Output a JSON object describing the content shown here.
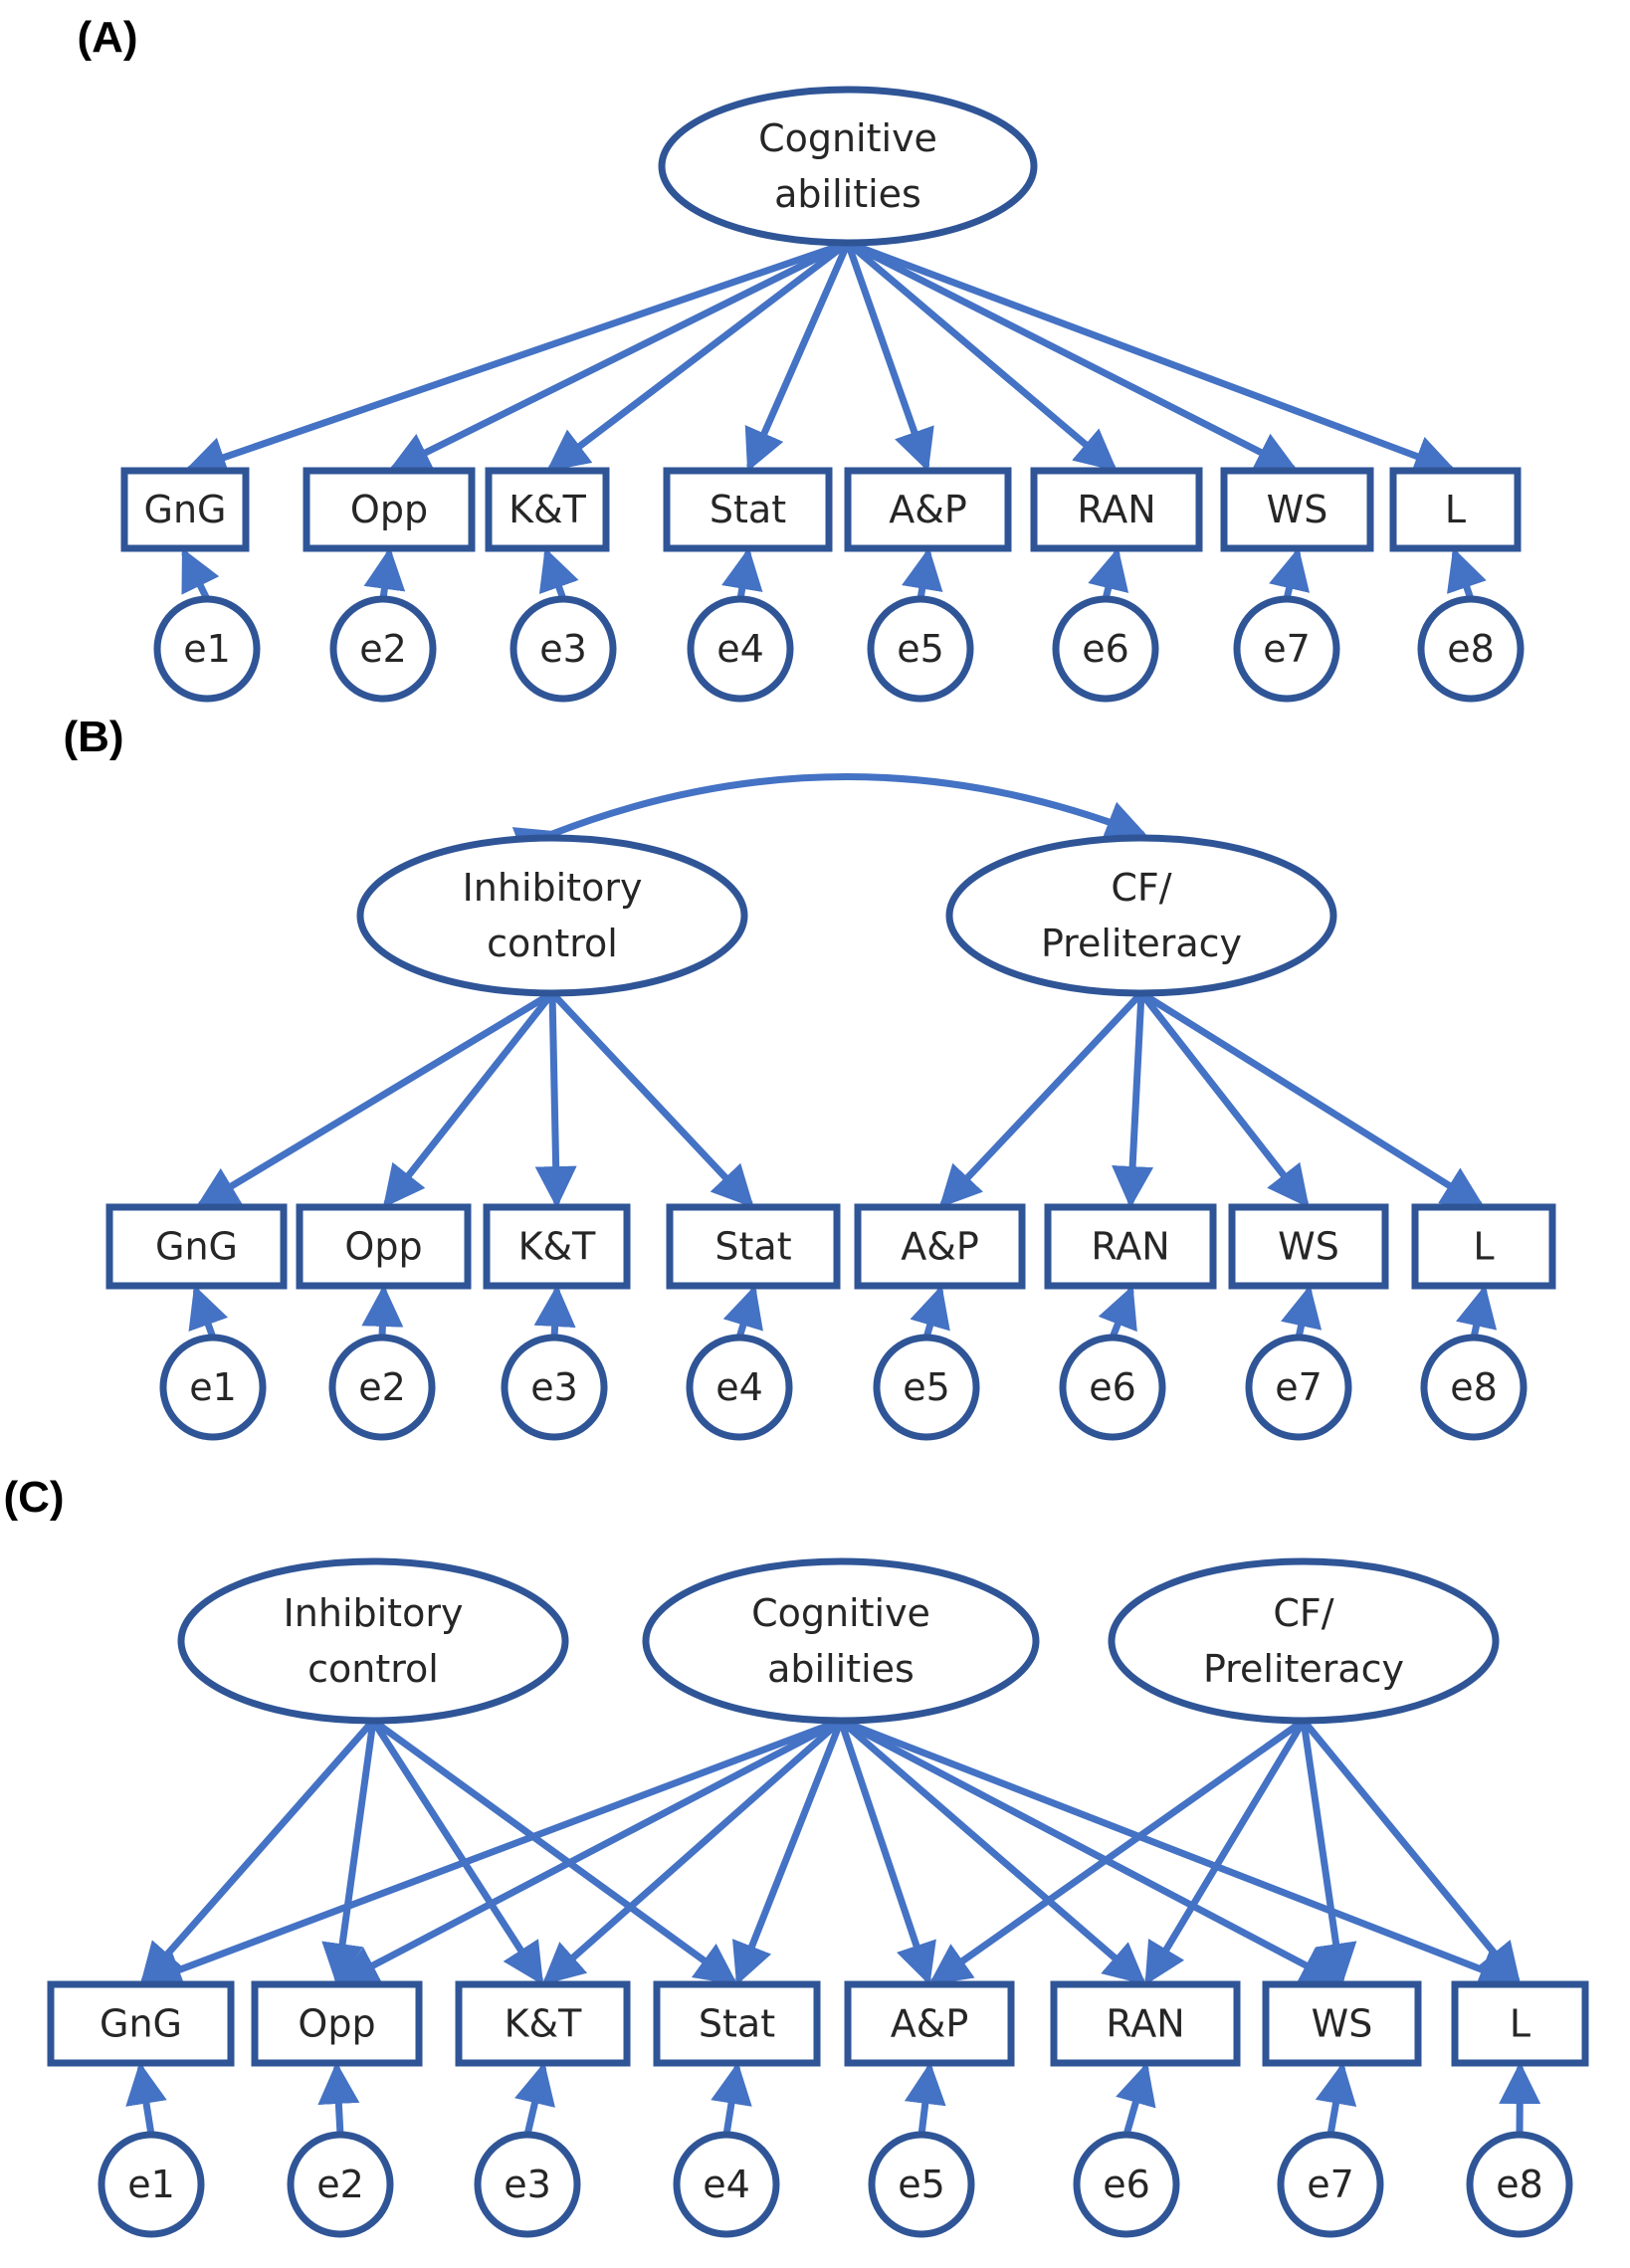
{
  "colors": {
    "primary": "#4472c4",
    "outline": "#2f5597",
    "text": "#262626"
  },
  "panels": [
    {
      "label": "(A)",
      "latents": [
        {
          "id": "cog",
          "lines": [
            "Cognitive",
            "abilities"
          ]
        }
      ],
      "indicators": [
        "GnG",
        "Opp",
        "K&T",
        "Stat",
        "A&P",
        "RAN",
        "WS",
        "L"
      ],
      "errors": [
        "e1",
        "e2",
        "e3",
        "e4",
        "e5",
        "e6",
        "e7",
        "e8"
      ],
      "loadings": [
        {
          "from": "cog",
          "to": [
            0,
            1,
            2,
            3,
            4,
            5,
            6,
            7
          ]
        }
      ],
      "covariances": []
    },
    {
      "label": "(B)",
      "latents": [
        {
          "id": "inh",
          "lines": [
            "Inhibitory",
            "control"
          ]
        },
        {
          "id": "cfp",
          "lines": [
            "CF/",
            "Preliteracy"
          ]
        }
      ],
      "indicators": [
        "GnG",
        "Opp",
        "K&T",
        "Stat",
        "A&P",
        "RAN",
        "WS",
        "L"
      ],
      "errors": [
        "e1",
        "e2",
        "e3",
        "e4",
        "e5",
        "e6",
        "e7",
        "e8"
      ],
      "loadings": [
        {
          "from": "inh",
          "to": [
            0,
            1,
            2,
            3
          ]
        },
        {
          "from": "cfp",
          "to": [
            4,
            5,
            6,
            7
          ]
        }
      ],
      "covariances": [
        [
          "inh",
          "cfp"
        ]
      ]
    },
    {
      "label": "(C)",
      "latents": [
        {
          "id": "inh",
          "lines": [
            "Inhibitory",
            "control"
          ]
        },
        {
          "id": "cog",
          "lines": [
            "Cognitive",
            "abilities"
          ]
        },
        {
          "id": "cfp",
          "lines": [
            "CF/",
            "Preliteracy"
          ]
        }
      ],
      "indicators": [
        "GnG",
        "Opp",
        "K&T",
        "Stat",
        "A&P",
        "RAN",
        "WS",
        "L"
      ],
      "errors": [
        "e1",
        "e2",
        "e3",
        "e4",
        "e5",
        "e6",
        "e7",
        "e8"
      ],
      "loadings": [
        {
          "from": "inh",
          "to": [
            0,
            1,
            2,
            3
          ]
        },
        {
          "from": "cog",
          "to": [
            0,
            1,
            2,
            3,
            4,
            5,
            6,
            7
          ]
        },
        {
          "from": "cfp",
          "to": [
            4,
            5,
            6,
            7
          ]
        }
      ],
      "covariances": []
    }
  ]
}
